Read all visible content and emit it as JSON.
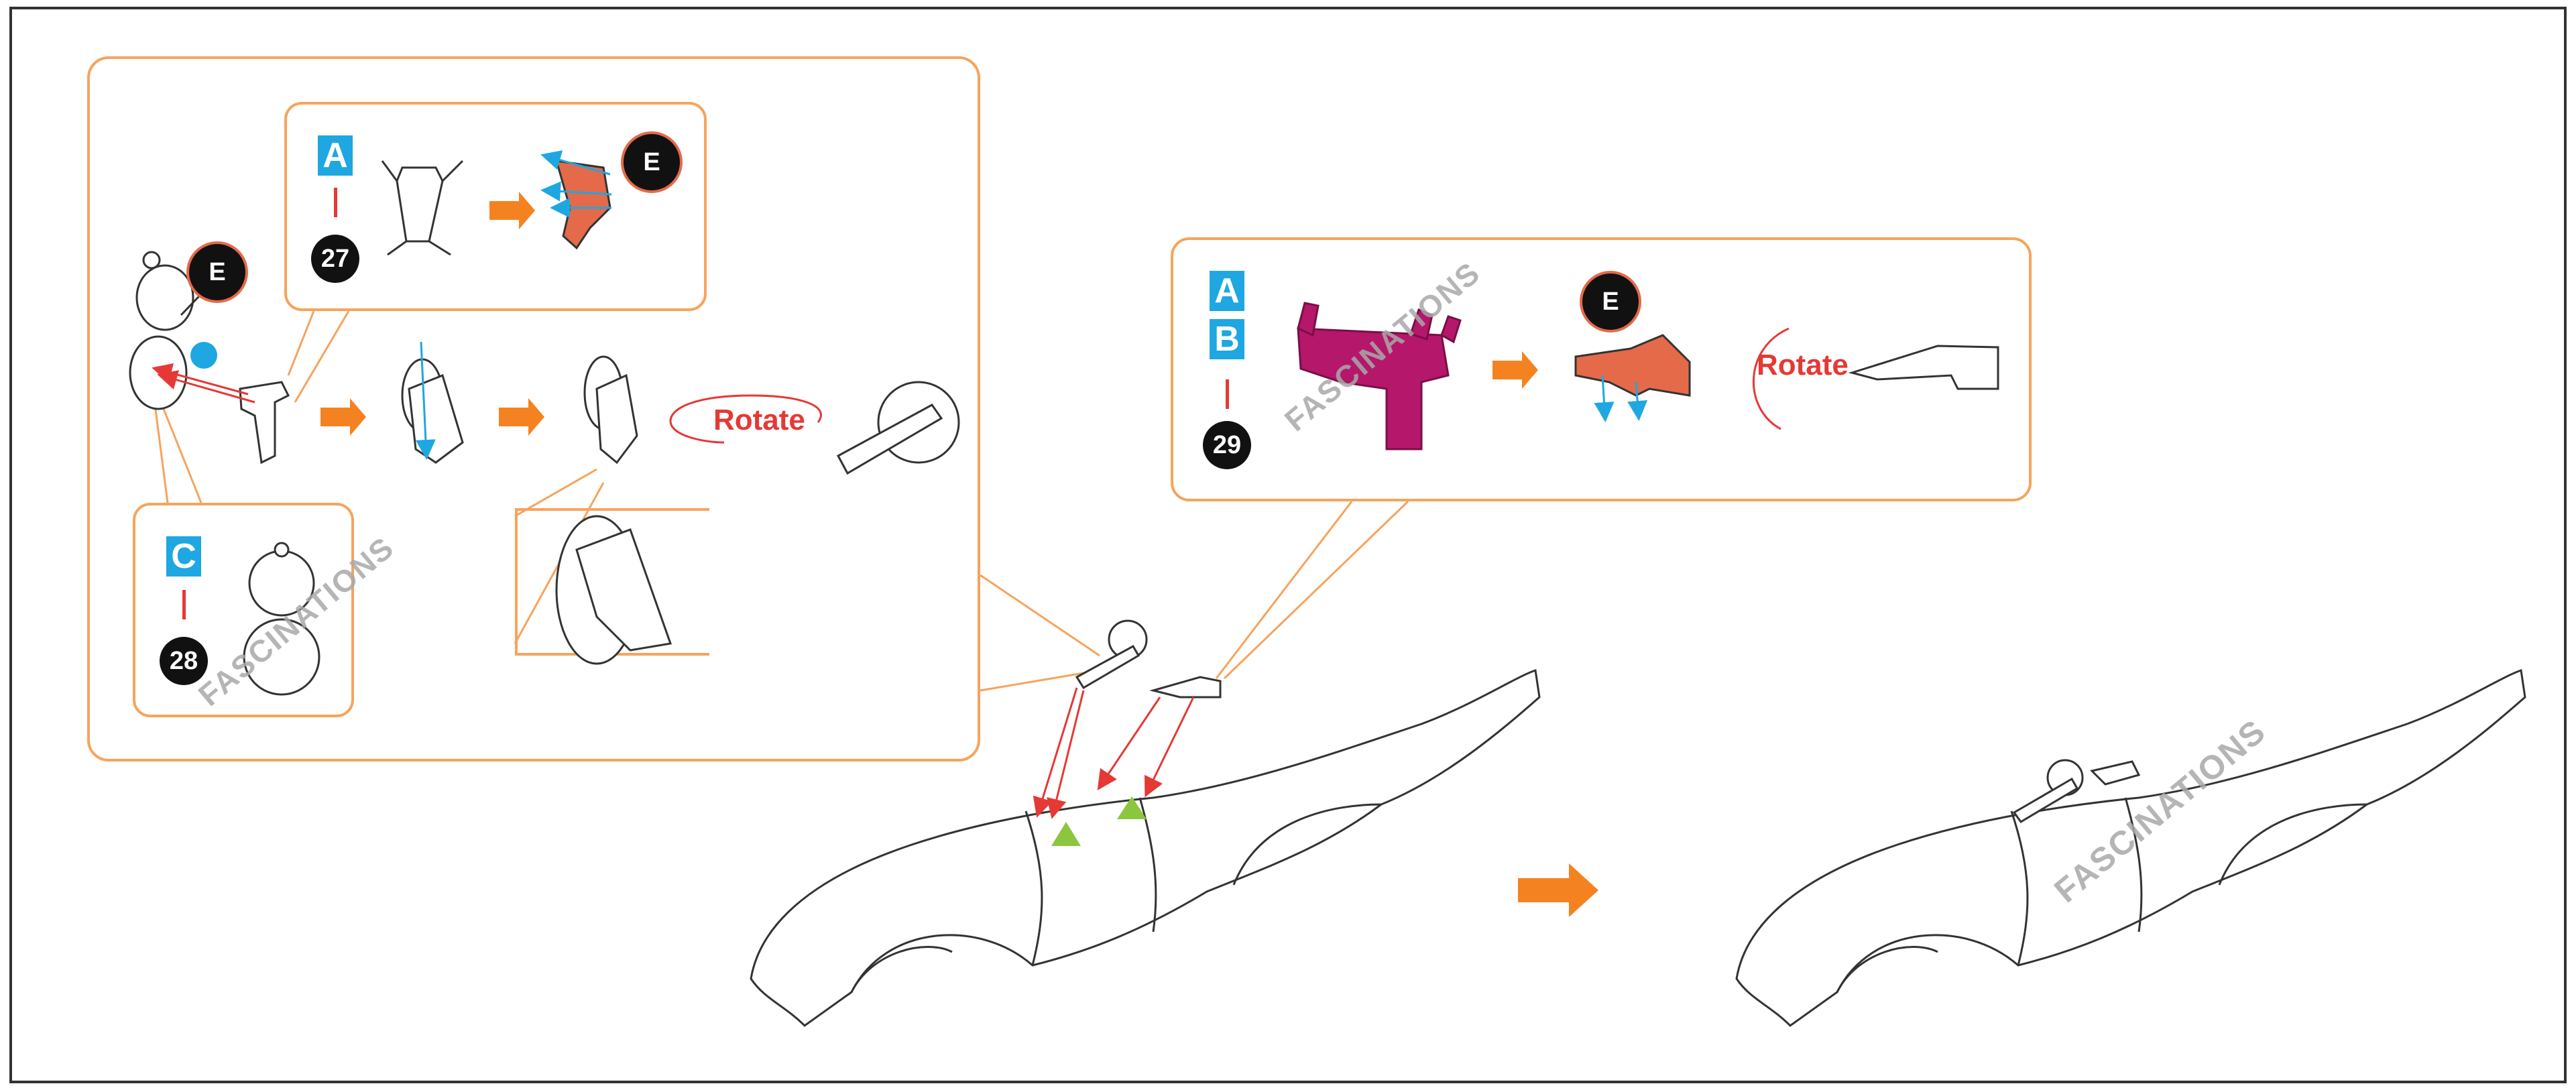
{
  "badges": {
    "a_top": "A",
    "num_27": "27",
    "e_top": "E",
    "e_left": "E",
    "c_left": "C",
    "num_28": "28",
    "a_right": "A",
    "b_right": "B",
    "num_29": "29",
    "e_right": "E"
  },
  "labels": {
    "rotate_left": "Rotate",
    "rotate_right": "Rotate"
  },
  "watermarks": {
    "wm_left": "FASCINATIONS",
    "wm_right_panel": "FASCINATIONS",
    "wm_car": "FASCINATIONS"
  },
  "colors": {
    "panel_border": "#f7a35c",
    "cyan": "#1ea7e1",
    "orange_arrow": "#f58220",
    "red": "#e53935",
    "magenta": "#b5176b",
    "part_orange": "#e46a4a",
    "green": "#8cc63f"
  },
  "icons": [
    "arrow-right-icon",
    "rotate-arrow-icon",
    "blue-dot-icon",
    "green-triangle-icon"
  ]
}
